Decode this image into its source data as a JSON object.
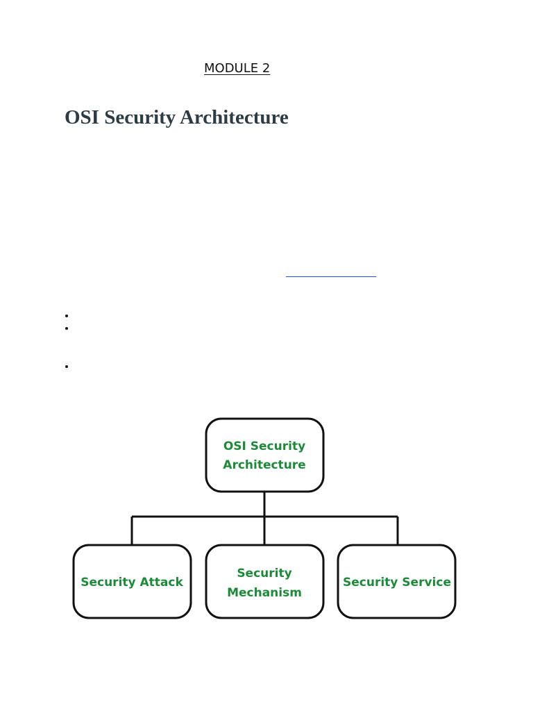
{
  "document": {
    "module_label": "MODULE 2",
    "heading": "OSI Security Architecture"
  },
  "diagram": {
    "root": {
      "lines": [
        "OSI Security",
        "Architecture"
      ]
    },
    "children": [
      {
        "lines": [
          "Security Attack"
        ]
      },
      {
        "lines": [
          "Security",
          "Mechanism"
        ]
      },
      {
        "lines": [
          "Security Service"
        ]
      }
    ],
    "label_color": "#1d8a3a"
  }
}
